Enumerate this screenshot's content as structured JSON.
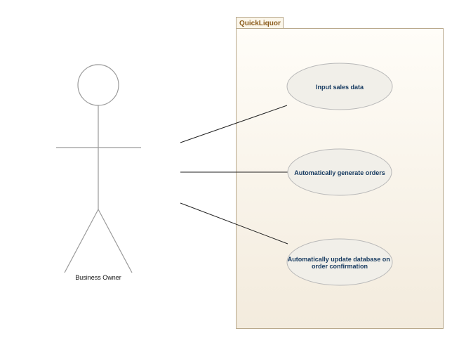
{
  "system": {
    "name": "QuickLiquor",
    "fill_top": "#fffdf8",
    "fill_bottom": "#f3ebdd",
    "border": "#b9a98c",
    "tab_fill": "#fbf6ea",
    "name_color": "#8a5a1a"
  },
  "actor": {
    "label": "Business Owner",
    "stroke": "#9a9a9a"
  },
  "use_cases": [
    {
      "label": "Input sales data"
    },
    {
      "label": "Automatically generate orders"
    },
    {
      "label": "Automatically update database on order confirmation"
    }
  ],
  "style": {
    "use_case_fill": "#f1efe9",
    "use_case_border": "#b8b8b8",
    "use_case_text": "#163a60",
    "association_stroke": "#222222",
    "actor_label_color": "#111111"
  }
}
